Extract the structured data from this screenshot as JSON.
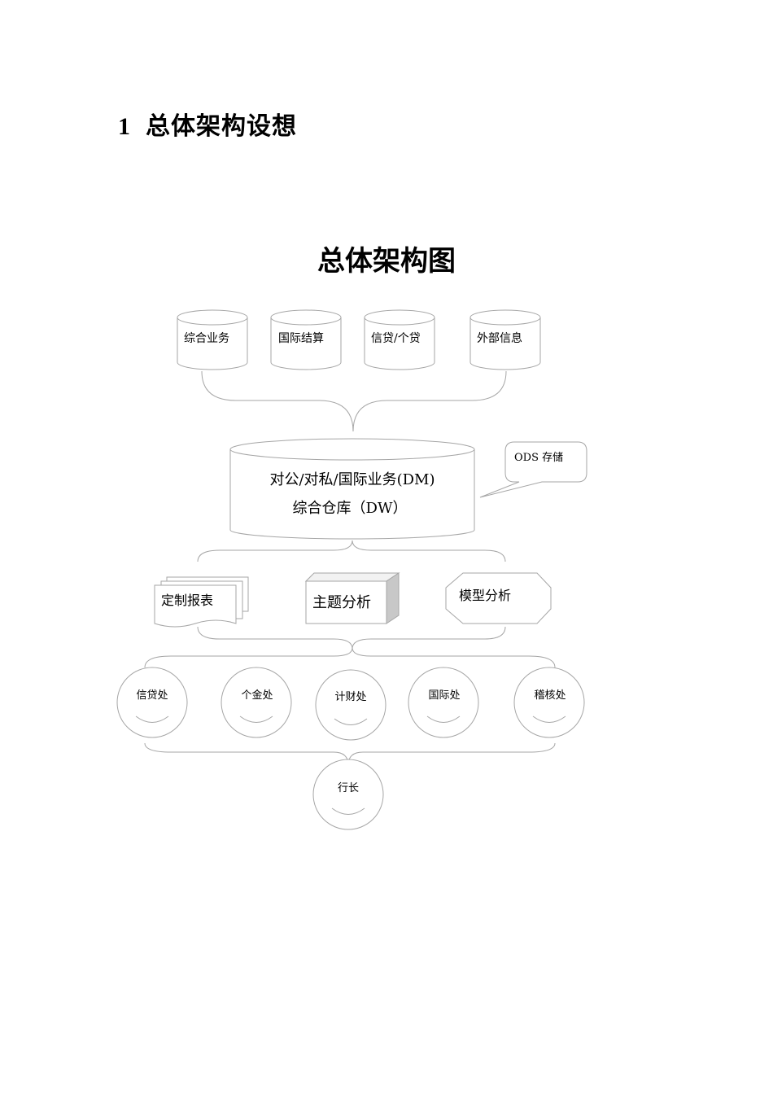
{
  "section": {
    "number": "1",
    "title": "总体架构设想"
  },
  "diagram": {
    "title": "总体架构图",
    "sources": [
      "综合业务",
      "国际结算",
      "信贷/个贷",
      "外部信息"
    ],
    "warehouse": {
      "line1": "对公/对私/国际业务(DM)",
      "line2": "综合仓库（DW）"
    },
    "callout": "ODS 存储",
    "tools": {
      "reports": "定制报表",
      "subject_analysis": "主题分析",
      "model_analysis": "模型分析"
    },
    "departments": [
      "信贷处",
      "个金处",
      "计财处",
      "国际处",
      "稽核处"
    ],
    "president": "行长"
  }
}
